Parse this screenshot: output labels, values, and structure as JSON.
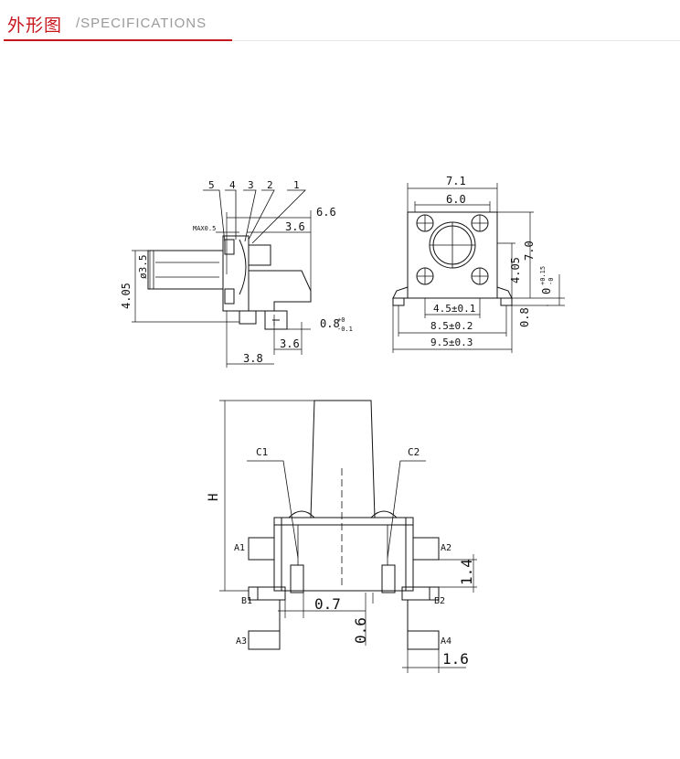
{
  "header": {
    "title_cn": "外形图",
    "title_en": "/SPECIFICATIONS",
    "accent_color": "#c8161d",
    "muted_color": "#9a9a9a"
  },
  "side_view": {
    "callouts": [
      "5",
      "4",
      "3",
      "2",
      "1"
    ],
    "max_label": "MAX0.5",
    "dims": {
      "overall": "6.6",
      "top": "3.6",
      "dia": "ø3.5",
      "height": "4.05",
      "lead": "0.8",
      "lead_tol_up": "+0",
      "lead_tol_down": "-0.1",
      "bottom_inner": "3.6",
      "bottom_outer": "3.8"
    }
  },
  "front_view": {
    "dims": {
      "outer_top": "7.1",
      "inner_top": "6.0",
      "height_right": "7.0",
      "height_mid": "4.05",
      "tol": "0",
      "tol_up": "+0.15",
      "tol_down": "-0",
      "lead_height": "0.8",
      "pitch1": "4.5±0.1",
      "pitch2": "8.5±0.2",
      "pitch3": "9.5±0.3"
    }
  },
  "bottom_view": {
    "labels": {
      "c1": "C1",
      "c2": "C2",
      "a1": "A1",
      "a2": "A2",
      "a3": "A3",
      "a4": "A4",
      "b1": "B1",
      "b2": "B2",
      "h": "H"
    },
    "dims": {
      "d07": "0.7",
      "d06": "0.6",
      "d14": "1.4",
      "d16": "1.6"
    }
  }
}
